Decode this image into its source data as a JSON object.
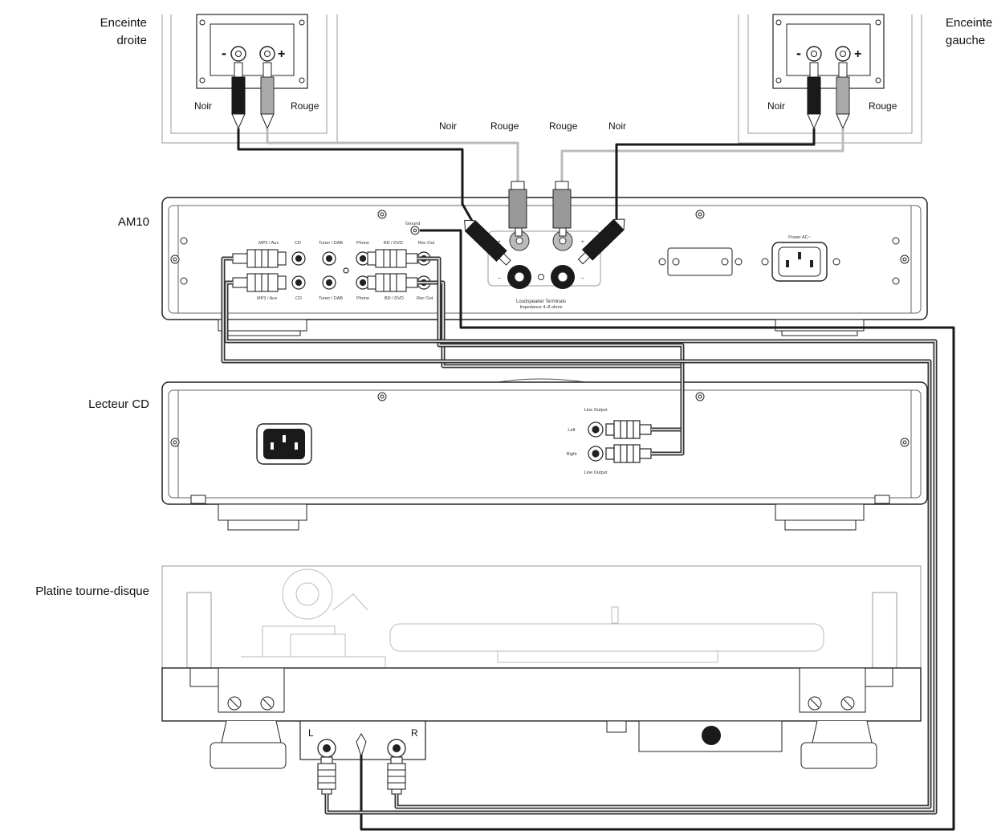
{
  "labels": {
    "speaker_right": [
      "Enceinte",
      "droite"
    ],
    "speaker_left": [
      "Enceinte",
      "gauche"
    ],
    "amp": "AM10",
    "cd_player": "Lecteur CD",
    "turntable": "Platine tourne-disque"
  },
  "speaker_terminals": {
    "minus": "-",
    "plus": "+",
    "black": "Noir",
    "red": "Rouge"
  },
  "cable_labels": [
    "Noir",
    "Rouge",
    "Rouge",
    "Noir"
  ],
  "amp_panel": {
    "ground": "Ground",
    "power": "Power AC~",
    "inputs_top": [
      "MP3 / Aux",
      "CD",
      "Tuner / DAB",
      "Phono",
      "BD / DVD",
      "Rec Out"
    ],
    "inputs_bottom": [
      "MP3 / Aux",
      "CD",
      "Tuner / DAB",
      "Phono",
      "BD / DVD",
      "Rec Out"
    ],
    "terminals_title": "Loudspeaker Terminals",
    "terminals_sub": "Impedance 4–8 ohms",
    "plus": "+",
    "minus": "–"
  },
  "cd_panel": {
    "line_output": "Line Output",
    "left": "Left",
    "right": "Right"
  },
  "turntable_panel": {
    "left": "L",
    "right": "R"
  },
  "colors": {
    "line": "#1a1a1a",
    "outline": "#444444",
    "light_outline": "#999999",
    "red_wire": "#bbbbbb",
    "red_plug": "#999999",
    "black_plug": "#1a1a1a"
  }
}
